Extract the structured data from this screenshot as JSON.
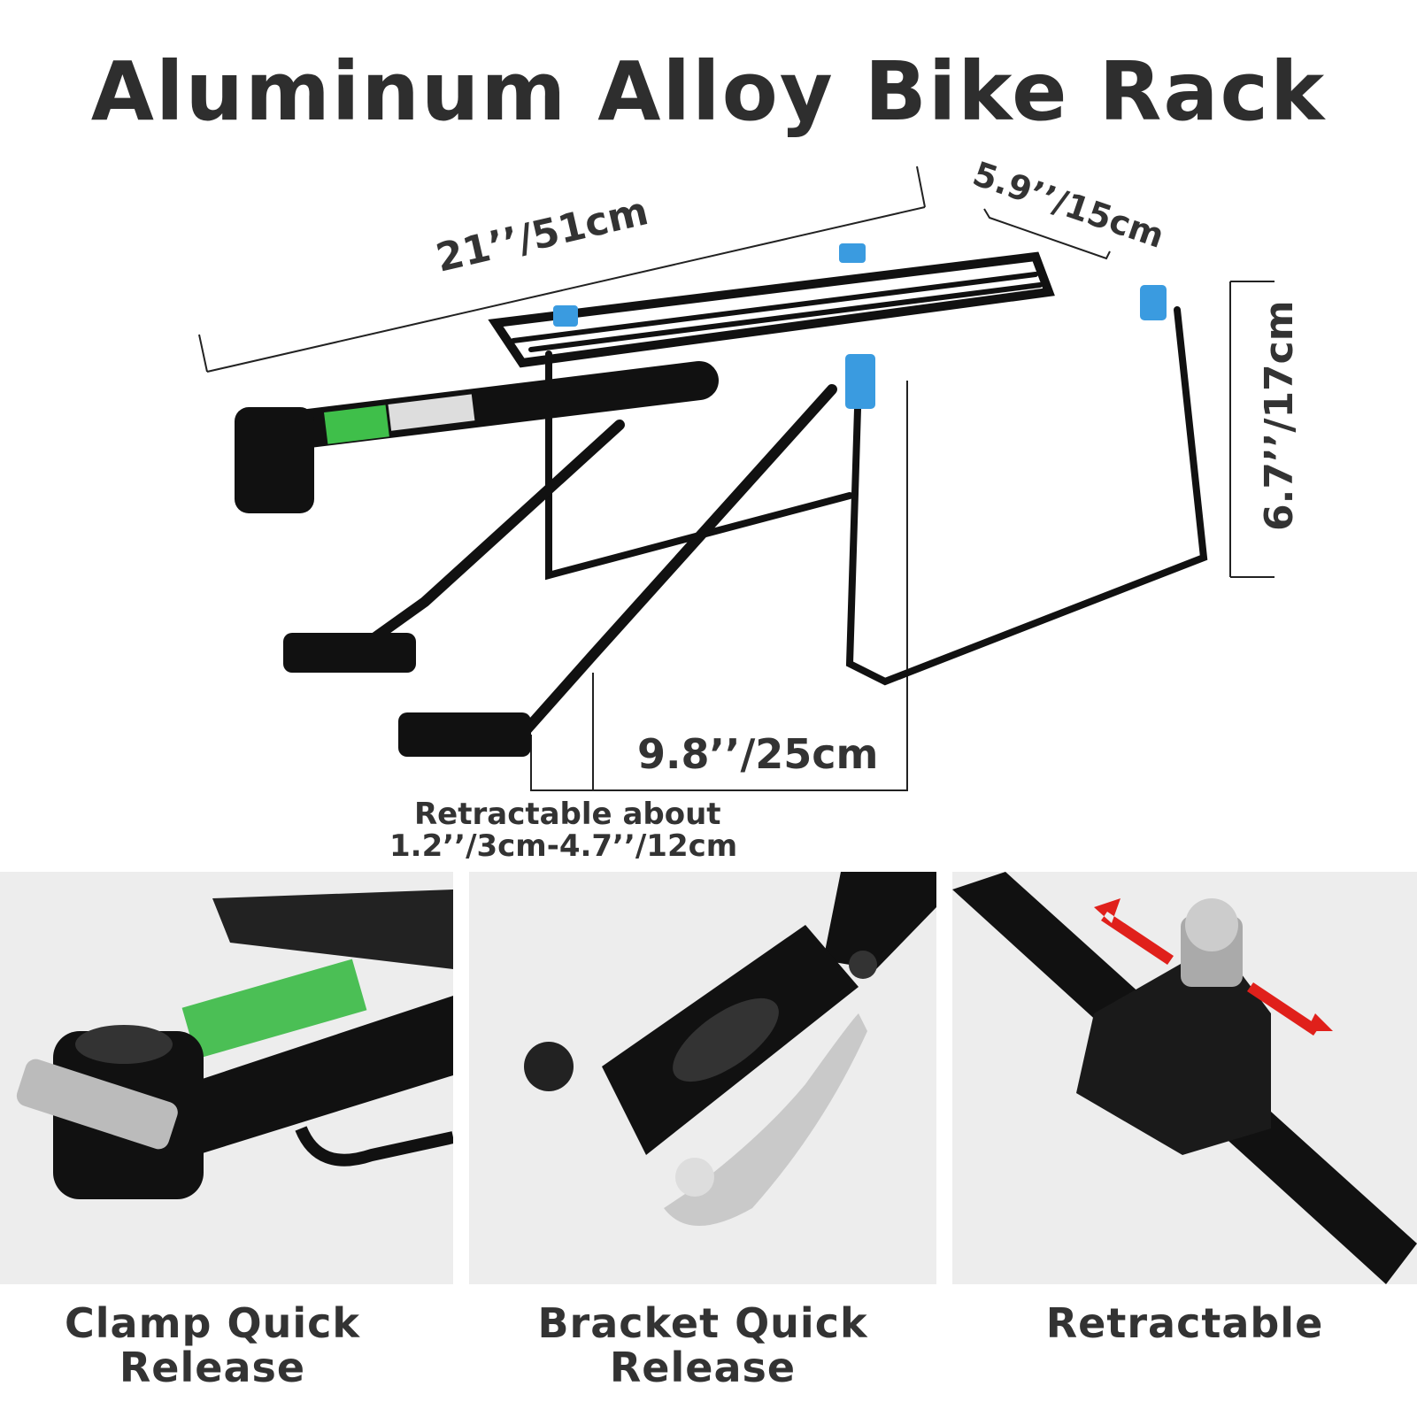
{
  "title": "Aluminum Alloy Bike Rack",
  "dimensions": {
    "length": "21’’/51cm",
    "width": "5.9’’/15cm",
    "height": "6.7’’/17cm",
    "depth": "9.8’’/25cm",
    "retract_line1": "Retractable about",
    "retract_line2": "1.2’’/3cm-4.7’’/12cm"
  },
  "features": [
    {
      "label_line1": "Clamp Quick",
      "label_line2": "Release"
    },
    {
      "label_line1": "Bracket Quick",
      "label_line2": "Release"
    },
    {
      "label_line1": "Retractable",
      "label_line2": ""
    }
  ],
  "colors": {
    "rack": "#111111",
    "accent_caps": "#3a9be0",
    "arrows": "#e0201b",
    "panel_bg": "#ededed"
  }
}
